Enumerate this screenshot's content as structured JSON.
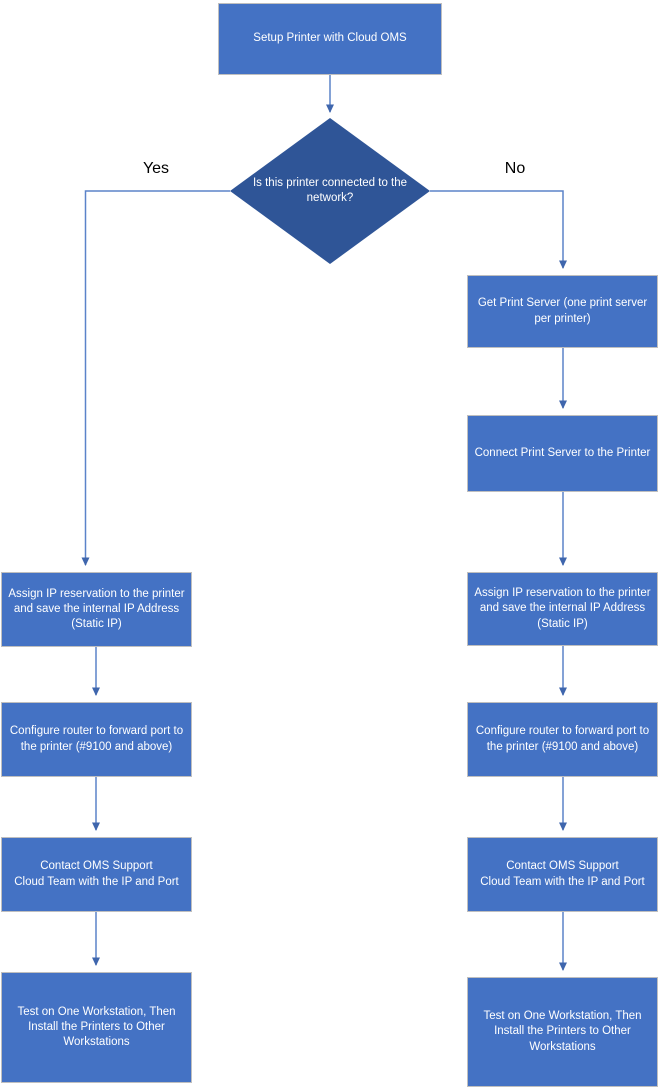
{
  "colors": {
    "canvas_bg": "#ffffff",
    "process_fill": "#4472c4",
    "process_border": "#bfbfbf",
    "decision_fill": "#2f5597",
    "connector": "#5b83c9",
    "arrowhead": "#3f66ad",
    "node_text": "#ffffff",
    "branch_label_text": "#000000"
  },
  "flowchart": {
    "start": {
      "label": "Setup Printer with Cloud OMS"
    },
    "decision": {
      "label": "Is this printer connected to the network?"
    },
    "yes_label": "Yes",
    "no_label": "No",
    "left_branch": {
      "steps": [
        {
          "label": "Assign IP reservation to the printer and save the internal IP Address (Static IP)"
        },
        {
          "label": "Configure router to forward port to the printer (#9100 and above)"
        },
        {
          "label": "Contact OMS Support\nCloud Team with the IP and Port"
        },
        {
          "label": "Test on One Workstation, Then Install the Printers to Other Workstations"
        }
      ]
    },
    "right_branch": {
      "steps": [
        {
          "label": "Get Print Server (one print server per printer)"
        },
        {
          "label": "Connect Print Server to the Printer"
        },
        {
          "label": "Assign IP reservation to the printer and save the internal IP Address (Static IP)"
        },
        {
          "label": "Configure router to forward port to the printer (#9100 and above)"
        },
        {
          "label": "Contact OMS Support\nCloud Team with the IP and Port"
        },
        {
          "label": "Test on One Workstation, Then Install the Printers to Other Workstations"
        }
      ]
    }
  }
}
